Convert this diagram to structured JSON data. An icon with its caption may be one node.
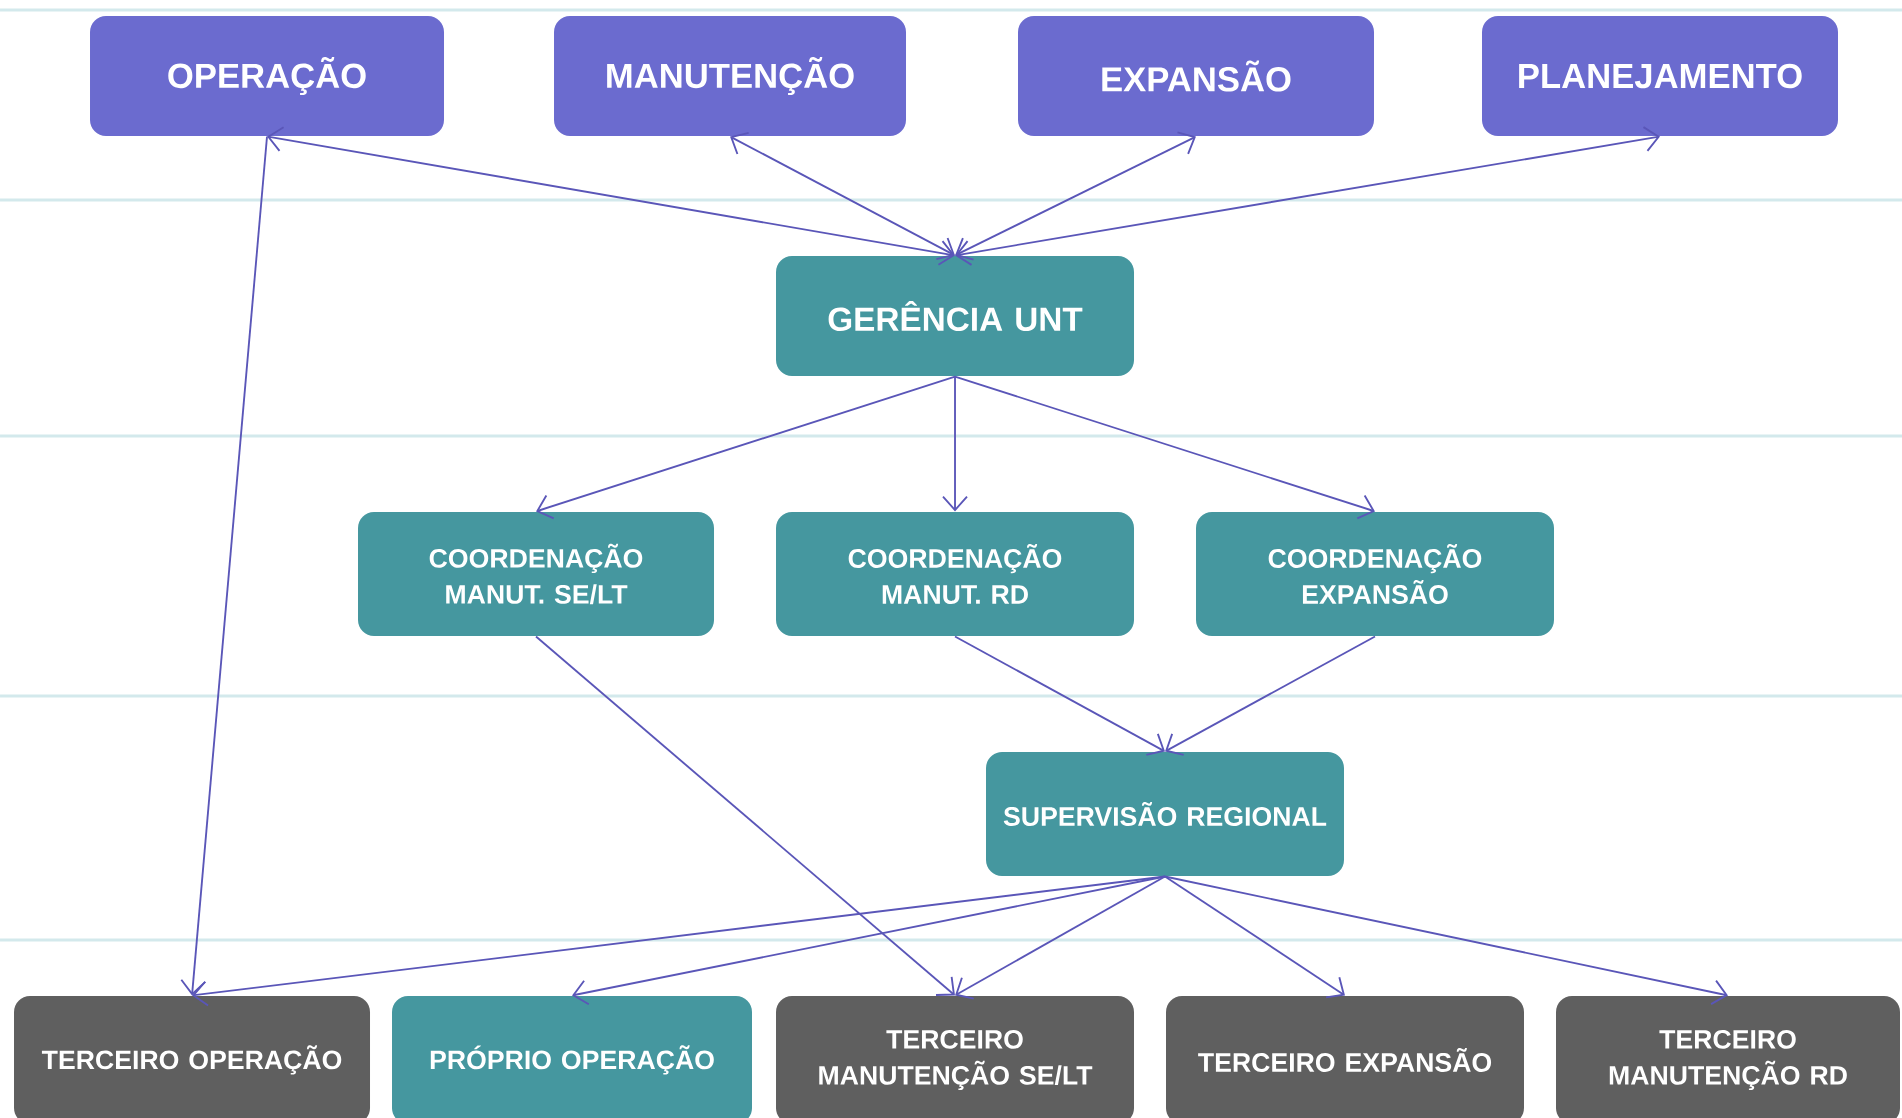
{
  "diagram": {
    "nodes": [
      {
        "text": [
          "OPERAÇÃO"
        ]
      },
      {
        "text": [
          "MANUTENÇÃO"
        ]
      },
      {
        "text": [
          "EXPANSÃO"
        ]
      },
      {
        "text": [
          "PLANEJAMENTO"
        ]
      },
      {
        "text": [
          "GERÊNCIA UNT"
        ]
      },
      {
        "text": [
          "COORDENAÇÃO MANUT. SE/LT"
        ]
      },
      {
        "text": [
          "COORDENAÇÃO MANUT. RD"
        ]
      },
      {
        "text": [
          "COORDENAÇÃO EXPANSÃO"
        ]
      },
      {
        "text": [
          "SUPERVISÃO REGIONAL"
        ]
      },
      {
        "text": [
          "TERCEIRO OPERAÇÃO"
        ]
      },
      {
        "text": [
          "PRÓPRIO OPERAÇÃO"
        ]
      },
      {
        "text": [
          "TERCEIRO MANUTENÇÃO SE/LT"
        ]
      },
      {
        "text": [
          "TERCEIRO EXPANSÃO"
        ]
      },
      {
        "text": [
          "TERCEIRO MANUTENÇÃO RD"
        ]
      }
    ],
    "edges": [
      {
        "from": 4,
        "to": 0,
        "arrow": "both"
      },
      {
        "from": 4,
        "to": 1,
        "arrow": "both"
      },
      {
        "from": 4,
        "to": 2,
        "arrow": "both"
      },
      {
        "from": 4,
        "to": 3,
        "arrow": "both"
      },
      {
        "from": 0,
        "to": 9,
        "arrow": "to"
      },
      {
        "from": 4,
        "to": 5,
        "arrow": "to"
      },
      {
        "from": 4,
        "to": 6,
        "arrow": "to"
      },
      {
        "from": 4,
        "to": 7,
        "arrow": "to"
      },
      {
        "from": 5,
        "to": 11,
        "arrow": "to"
      },
      {
        "from": 6,
        "to": 8,
        "arrow": "to"
      },
      {
        "from": 7,
        "to": 8,
        "arrow": "to"
      },
      {
        "from": 8,
        "to": 9,
        "arrow": "to"
      },
      {
        "from": 8,
        "to": 10,
        "arrow": "to"
      },
      {
        "from": 8,
        "to": 11,
        "arrow": "to"
      },
      {
        "from": 8,
        "to": 12,
        "arrow": "to"
      },
      {
        "from": 8,
        "to": 13,
        "arrow": "to"
      }
    ]
  }
}
